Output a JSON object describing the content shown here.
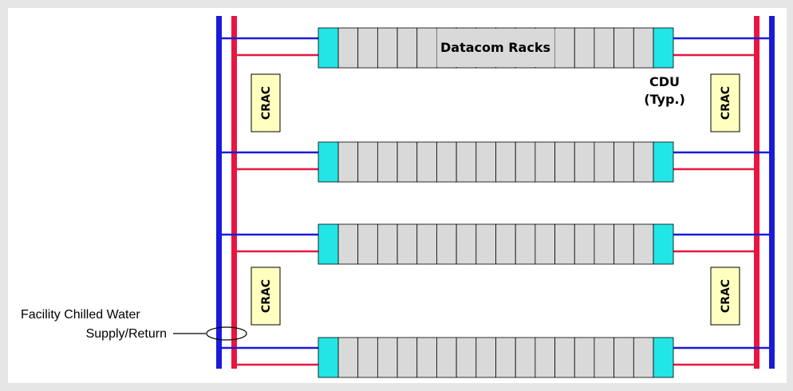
{
  "labels": {
    "racks": "Datacom Racks",
    "cdu_line1": "CDU",
    "cdu_line2": "(Typ.)",
    "facility_line1": "Facility Chilled Water",
    "facility_line2": "Supply/Return"
  },
  "crac_label": "CRAC",
  "colors": {
    "background": "#e6e6e6",
    "canvas": "#ffffff",
    "supply": "#1a1adb",
    "return": "#e8163f",
    "cdu": "#22e5e5",
    "rack": "#d9d9d9",
    "crac": "#ffffbf"
  },
  "rack_rows": 4,
  "racks_per_row": 16,
  "crac_units": 4
}
